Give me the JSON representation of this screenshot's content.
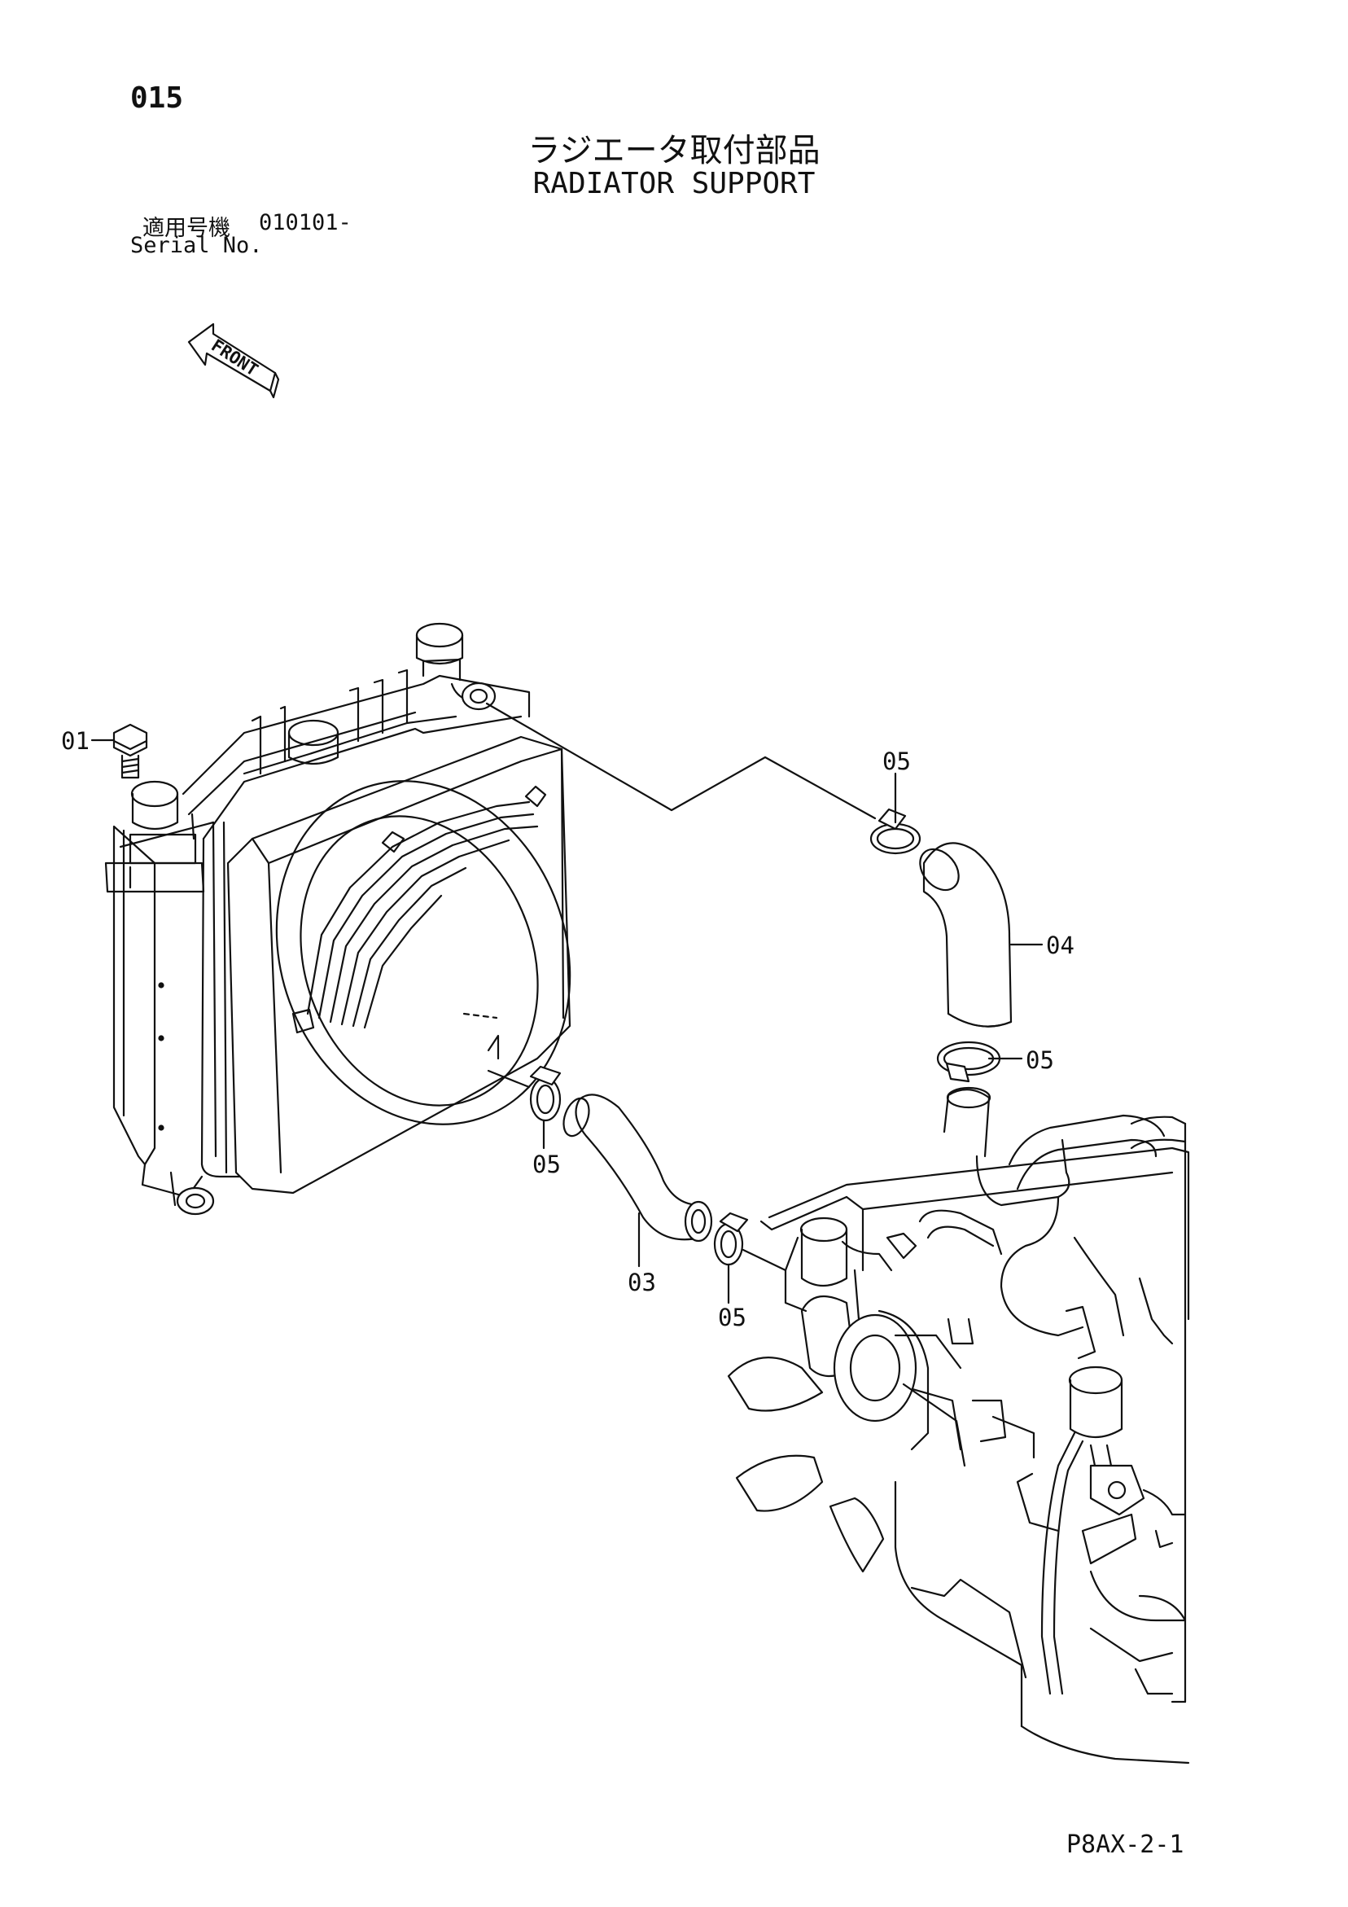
{
  "page": {
    "number": "015",
    "title_jp": "ラジエータ取付部品",
    "title_en": "RADIATOR SUPPORT",
    "serial_label_jp": "適用号機",
    "serial_number": "010101-",
    "serial_label_en": "Serial No.",
    "document_code": "P8AX-2-1"
  },
  "front_arrow": {
    "label": "FRONT"
  },
  "callouts": [
    {
      "id": "01",
      "label": "01"
    },
    {
      "id": "05a",
      "label": "05"
    },
    {
      "id": "04",
      "label": "04"
    },
    {
      "id": "05b",
      "label": "05"
    },
    {
      "id": "05c",
      "label": "05"
    },
    {
      "id": "03",
      "label": "03"
    },
    {
      "id": "05d",
      "label": "05"
    }
  ]
}
